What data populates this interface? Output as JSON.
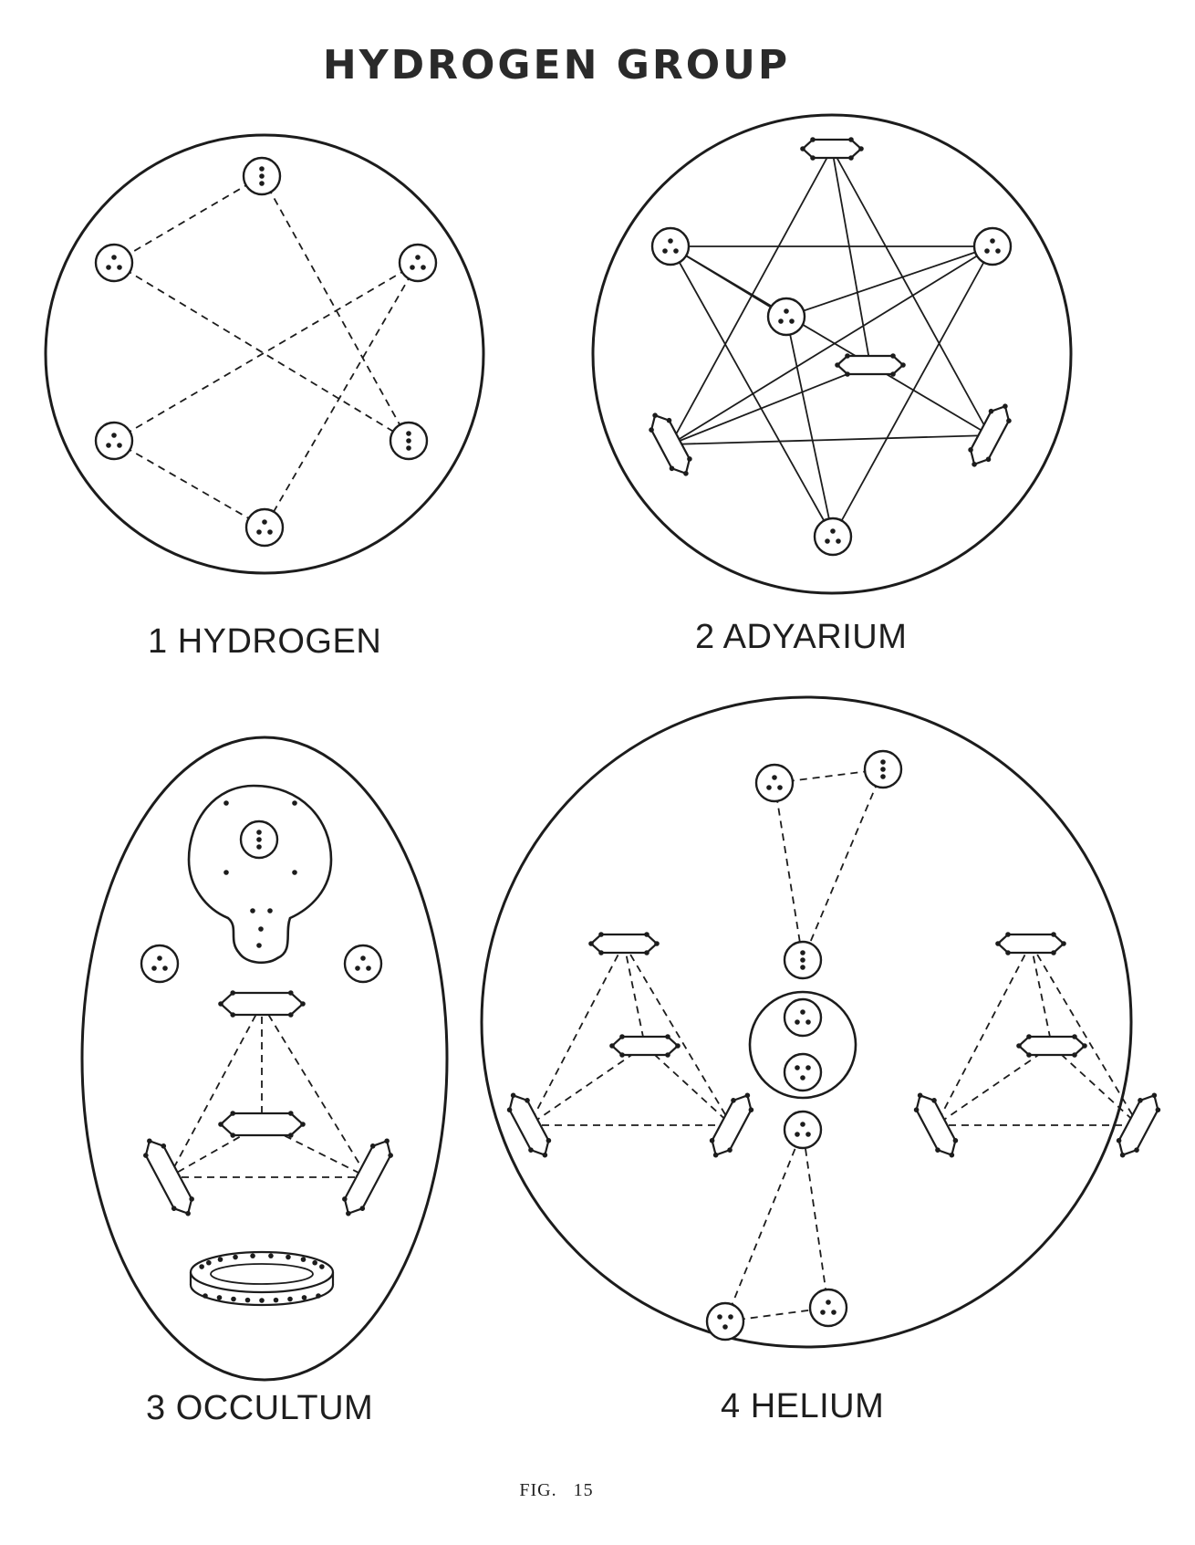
{
  "title": "HYDROGEN GROUP",
  "figures": [
    {
      "number": "1",
      "name": "HYDROGEN"
    },
    {
      "number": "2",
      "name": "ADYARIUM"
    },
    {
      "number": "3",
      "name": "OCCULTUM"
    },
    {
      "number": "4",
      "name": "HELIUM"
    }
  ],
  "caption": {
    "fig": "FIG.",
    "number": "15"
  }
}
